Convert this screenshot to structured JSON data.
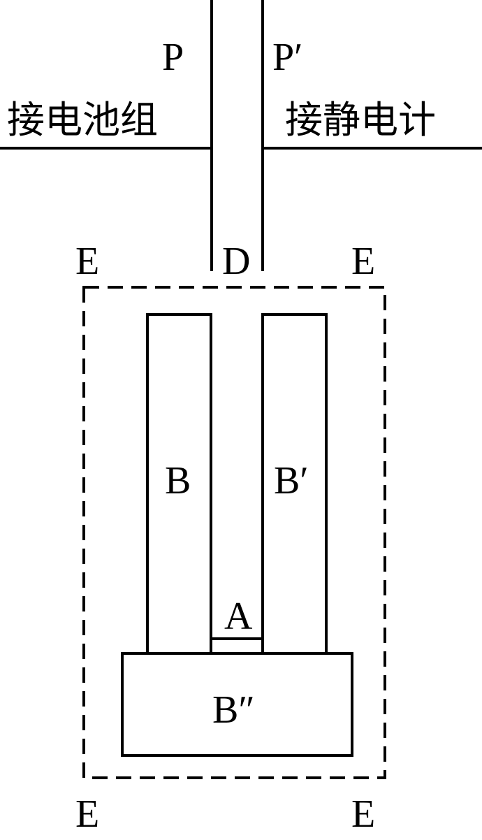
{
  "labels": {
    "p": "P",
    "p_prime": "P′",
    "battery": "接电池组",
    "electrometer": "接静电计",
    "d": "D",
    "e_top_left": "E",
    "e_top_right": "E",
    "e_bottom_left": "E",
    "e_bottom_right": "E",
    "b": "B",
    "b_prime": "B′",
    "a": "A",
    "b_double_prime": "B″"
  },
  "colors": {
    "stroke": "#000000",
    "background": "#ffffff"
  }
}
